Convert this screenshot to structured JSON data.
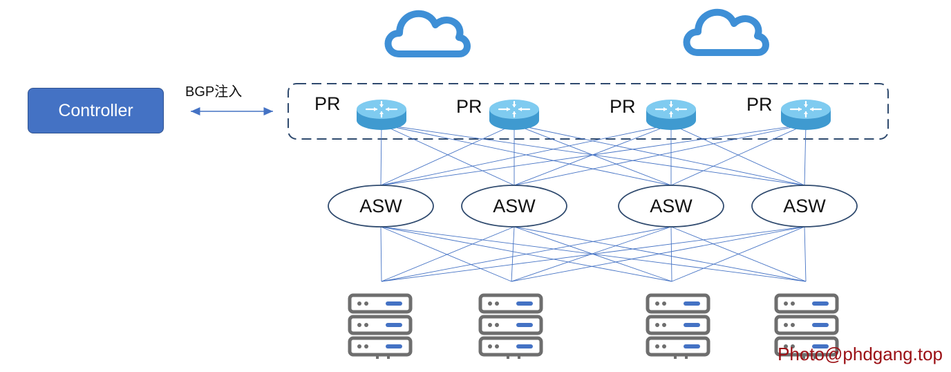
{
  "controller": {
    "label": "Controller",
    "color": "#4472C4"
  },
  "link": {
    "label": "BGP注入"
  },
  "routers": [
    {
      "label": "PR"
    },
    {
      "label": "PR"
    },
    {
      "label": "PR"
    },
    {
      "label": "PR"
    }
  ],
  "switches": [
    {
      "label": "ASW"
    },
    {
      "label": "ASW"
    },
    {
      "label": "ASW"
    },
    {
      "label": "ASW"
    }
  ],
  "servers": [
    {
      "icon": "server-rack-icon"
    },
    {
      "icon": "server-rack-icon"
    },
    {
      "icon": "server-rack-icon"
    },
    {
      "icon": "server-rack-icon"
    }
  ],
  "clouds": [
    {
      "icon": "cloud-icon"
    },
    {
      "icon": "cloud-icon"
    }
  ],
  "colors": {
    "link_lines": "#4472C4",
    "cloud": "#3E8FD6",
    "router": "#5BB4E5",
    "server": "#6e6e6e",
    "server_led": "#4472C4",
    "group_border": "#2F4A6E"
  },
  "watermark": "Photo@phdgang.top"
}
